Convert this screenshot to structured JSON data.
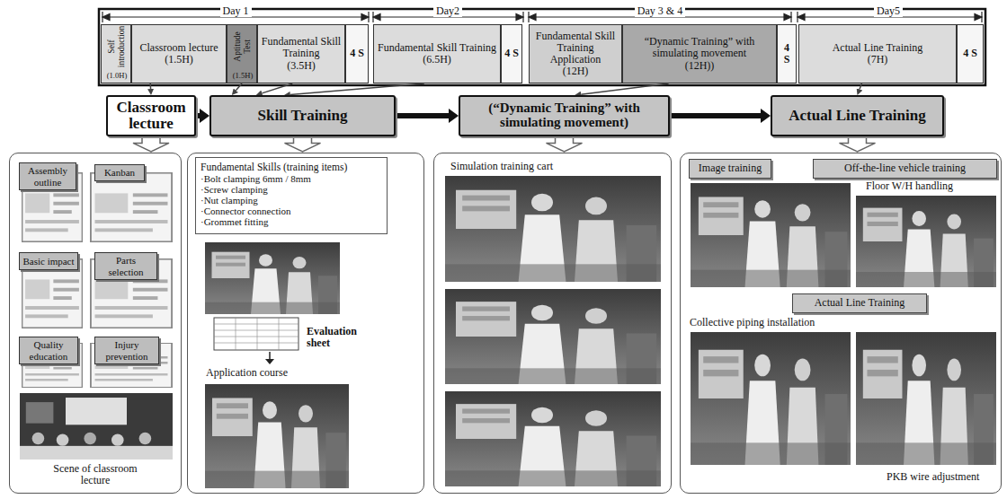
{
  "diagram": {
    "nodes": [
      {
        "text": [
          "Self introduction",
          "(1.0H)"
        ]
      },
      {
        "text": [
          "Classroom lecture",
          "(1.5H)"
        ]
      },
      {
        "text": [
          "Aptitude Test",
          "(1.5H)"
        ]
      },
      {
        "text": [
          "Fundamental Skill Training",
          "(3.5H)"
        ]
      },
      {
        "text": [
          "4 S"
        ]
      },
      {
        "text": [
          "Fundamental Skill Training",
          "(6.5H)"
        ]
      },
      {
        "text": [
          "4 S"
        ]
      },
      {
        "text": [
          "Fundamental Skill Training Application",
          "(12H)"
        ]
      },
      {
        "text": [
          "“Dynamic Training” with simulating movement",
          "(12H))"
        ]
      },
      {
        "text": [
          "4 S"
        ]
      },
      {
        "text": [
          "Actual Line Training",
          "(7H)"
        ]
      },
      {
        "text": [
          "4 S"
        ]
      },
      {
        "text": [
          "Classroom lecture"
        ]
      },
      {
        "text": [
          "Skill Training"
        ]
      },
      {
        "text": [
          "(“Dynamic Training” with simulating movement)"
        ]
      },
      {
        "text": [
          "Actual Line Training"
        ]
      },
      {
        "text": [
          "Scene of classroom lecture"
        ]
      },
      {
        "text": [
          "Assembly outline"
        ],
        "in": 16
      },
      {
        "text": [
          "Kanban"
        ],
        "in": 16
      },
      {
        "text": [
          "Basic impact"
        ],
        "in": 16
      },
      {
        "text": [
          "Parts selection"
        ],
        "in": 16
      },
      {
        "text": [
          "Quality education"
        ],
        "in": 16
      },
      {
        "text": [
          "Injury prevention"
        ],
        "in": 16
      },
      {
        "text": [
          "Evaluation sheet",
          "Application course"
        ]
      },
      {
        "text": [
          "Fundamental Skills (training items)",
          "·Bolt clamping 6mm / 8mm",
          "·Screw clamping",
          "·Nut clamping",
          "·Connector connection",
          "·Grommet fitting"
        ],
        "in": 23
      },
      {
        "text": [
          "Simulation training cart"
        ]
      },
      {
        "text": [
          "Floor W/H handling",
          "Collective piping installation",
          "PKB wire adjustment"
        ]
      },
      {
        "text": [
          "Image training"
        ],
        "in": 26
      },
      {
        "text": [
          "Off-the-line vehicle training"
        ],
        "in": 26
      },
      {
        "text": [
          "Actual Line Training"
        ],
        "in": 26
      }
    ],
    "edges": [
      {
        "from": 1,
        "to": 12,
        "arrow": "to"
      },
      {
        "from": 2,
        "to": 13,
        "arrow": "to"
      },
      {
        "from": 3,
        "to": 13,
        "arrow": "to"
      },
      {
        "from": 5,
        "to": 13,
        "arrow": "to"
      },
      {
        "from": 8,
        "to": 14,
        "arrow": "to"
      },
      {
        "from": 10,
        "to": 15,
        "arrow": "to"
      },
      {
        "from": 12,
        "to": 13,
        "arrow": "to"
      },
      {
        "from": 13,
        "to": 14,
        "arrow": "to"
      },
      {
        "from": 14,
        "to": 15,
        "arrow": "to"
      },
      {
        "from": 12,
        "to": 16,
        "arrow": "to"
      },
      {
        "from": 13,
        "to": 23,
        "arrow": "to"
      },
      {
        "from": 14,
        "to": 25,
        "arrow": "to"
      },
      {
        "from": 15,
        "to": 26,
        "arrow": "to"
      }
    ],
    "labels": [
      "Day 1",
      "Day2",
      "Day 3 & 4",
      "Day5"
    ]
  }
}
